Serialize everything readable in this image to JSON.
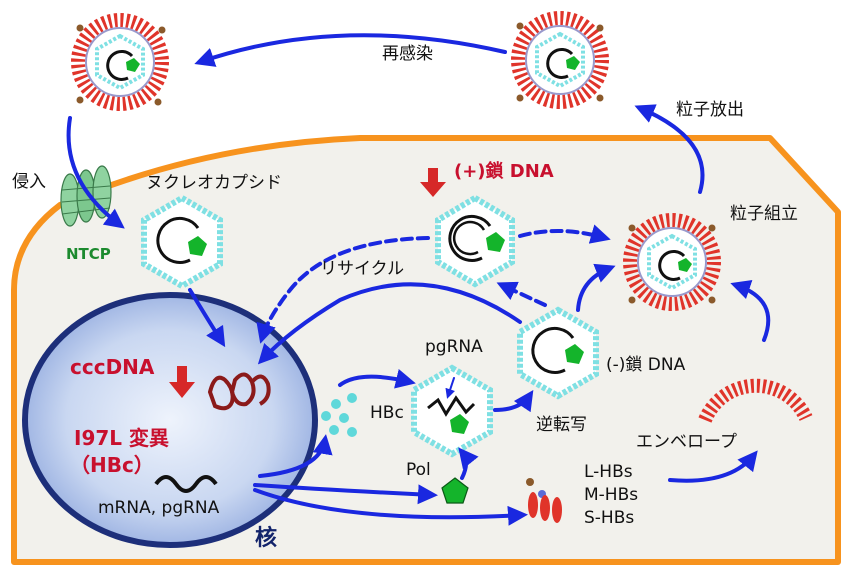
{
  "labels": {
    "reinfection": "再感染",
    "release": "粒子放出",
    "entry": "侵入",
    "receptor": "NTCP",
    "nucleocapsid": "ヌクレオカプシド",
    "plus_strand": "(+)鎖 DNA",
    "assembly": "粒子組立",
    "recycle": "リサイクル",
    "pgrna_capsid": "pgRNA",
    "minus_strand": "(-)鎖 DNA",
    "cccdna": "cccDNA",
    "hbc": "HBc",
    "mutation_line1": "I97L 変異",
    "mutation_line2": "（HBc）",
    "reverse_transcription": "逆転写",
    "envelope": "エンベロープ",
    "pol": "Pol",
    "mrna": "mRNA, pgRNA",
    "l_hbs": "L-HBs",
    "m_hbs": "M-HBs",
    "s_hbs": "S-HBs",
    "nucleus": "核"
  },
  "colors": {
    "cell_border": "#f7931e",
    "cell_fill": "#f2f1ec",
    "nucleus_border": "#1d2f7a",
    "nucleus_fill": "#c4d3ef",
    "arrow": "#1a28e0",
    "highlight_red": "#d62828",
    "capsid_dot": "#7fe0e3",
    "envelope_red": "#e0342a",
    "cccdna": "#8b1a1a",
    "ntcp_green": "#3fae5a",
    "polymerase_green": "#14b42b"
  }
}
